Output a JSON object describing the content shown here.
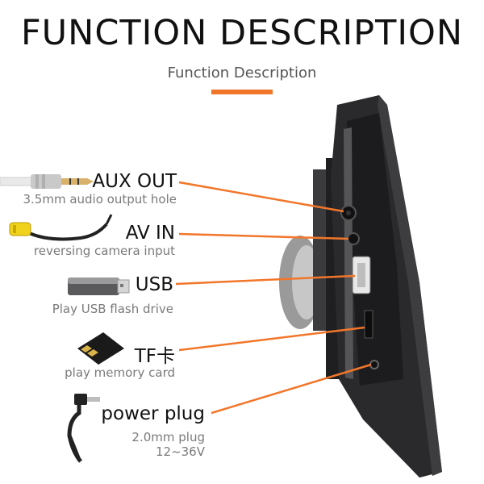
{
  "header": {
    "title": "FUNCTION DESCRIPTION",
    "subtitle": "Function Description"
  },
  "colors": {
    "accent": "#f2762a",
    "device": "#2a2a2c",
    "text": "#111111",
    "muted": "#7a7a7a"
  },
  "features": [
    {
      "label": "AUX OUT",
      "description": "3.5mm audio output hole",
      "icon": "audio-jack-icon"
    },
    {
      "label": "AV IN",
      "description": "reversing camera input",
      "icon": "rca-cable-icon"
    },
    {
      "label": "USB",
      "description": "Play USB flash drive",
      "icon": "usb-drive-icon"
    },
    {
      "label": "TF卡",
      "description": "play memory card",
      "icon": "sd-card-icon"
    },
    {
      "label": "power plug",
      "description": "2.0mm plug",
      "extra": "12~36V",
      "icon": "power-plug-icon"
    }
  ]
}
